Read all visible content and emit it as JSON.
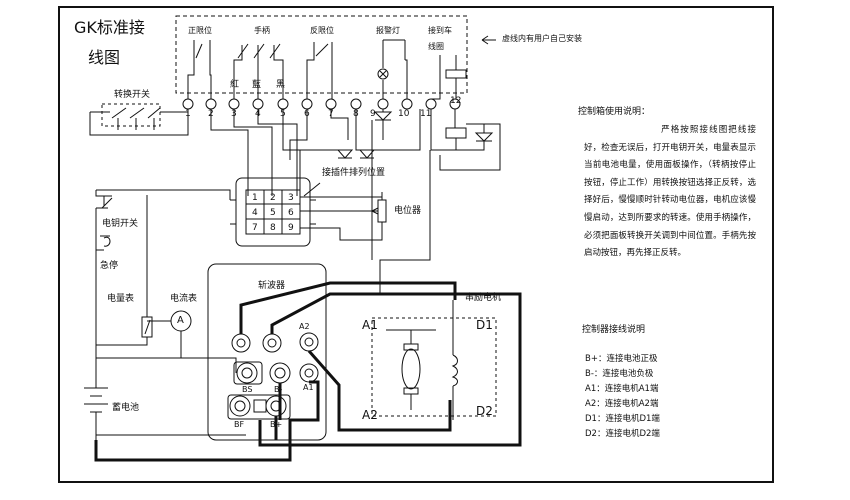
{
  "title_line1": "GK标准接",
  "title_line2": "线图",
  "top_labels": {
    "forward_limit": "正限位",
    "handle": "手柄",
    "reverse_limit": "反限位",
    "alarm": "报警灯",
    "contactor_line1": "接到车",
    "contactor_line2": "线圈"
  },
  "dashed_note": "虚线内有用户自己安装",
  "wire_colors": {
    "red": "紅",
    "blue": "藍",
    "black": "黑"
  },
  "terminal_numbers": [
    "1",
    "2",
    "3",
    "4",
    "5",
    "6",
    "7",
    "8",
    "9",
    "10",
    "11",
    "12"
  ],
  "switch_label": "转换开关",
  "connector_label": "接插件排列位置",
  "connector_pins": [
    "1",
    "2",
    "3",
    "4",
    "5",
    "6",
    "7",
    "8",
    "9"
  ],
  "potentiometer_label": "电位器",
  "key_switch_label": "电钥开关",
  "estop_label": "急停",
  "meter_label": "电量表",
  "ammeter_label": "电流表",
  "ammeter_symbol": "A",
  "battery_label": "蓄电池",
  "chopper_label": "斩波器",
  "motor_label": "串励电机",
  "chopper_terminals": {
    "a2": "A2",
    "a1": "A1",
    "bs": "BS",
    "bminus": "B-",
    "bf": "BF",
    "bplus": "B+"
  },
  "motor_terminals": {
    "a1": "A1",
    "a2": "A2",
    "d1": "D1",
    "d2": "D2"
  },
  "instructions": {
    "title": "控制箱使用说明：",
    "body": "严格按照接线图把线接好，检查无误后，打开电钥开关，电量表显示当前电池电量，使用面板操作，（转柄按停止按钮，停止工作）用转换按钮选择正反转，选择好后，慢慢顺时针转动电位器，电机应该慢慢启动，达到所要求的转速。使用手柄操作，必须把面板转换开关调到中间位置。手柄先按启动按钮，再先择正反转。"
  },
  "wiring_legend": {
    "title": "控制器接线说明",
    "items": [
      "B+：连接电池正极",
      "B-：连接电池负极",
      "A1：连接电机A1端",
      "A2：连接电机A2端",
      "D1：连接电机D1端",
      "D2：连接电机D2端"
    ]
  }
}
